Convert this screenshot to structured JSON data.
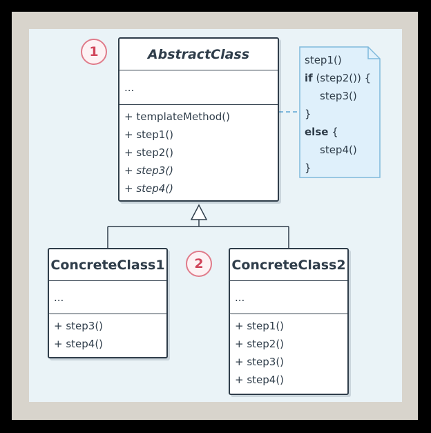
{
  "abstract_class": {
    "name": "AbstractClass",
    "fields": "...",
    "methods": [
      "+ templateMethod()",
      "+ step1()",
      "+ step2()",
      "+ step3()",
      "+ step4()"
    ]
  },
  "concrete_class_1": {
    "name": "ConcreteClass1",
    "fields": "...",
    "methods": [
      "+ step3()",
      "+ step4()"
    ]
  },
  "concrete_class_2": {
    "name": "ConcreteClass2",
    "fields": "...",
    "methods": [
      "+ step1()",
      "+ step2()",
      "+ step3()",
      "+ step4()"
    ]
  },
  "badges": [
    "1",
    "2"
  ],
  "note": {
    "lines": [
      "step1()",
      "if (step2()) {",
      "step3()",
      "}",
      "else {",
      "step4()",
      "}"
    ]
  },
  "colors": {
    "outline": "#2f3d4a",
    "canvas": "#eaf3f7",
    "note_fill": "#dff0fb",
    "note_border": "#7fb9dc",
    "badge": "#e07b8a"
  }
}
